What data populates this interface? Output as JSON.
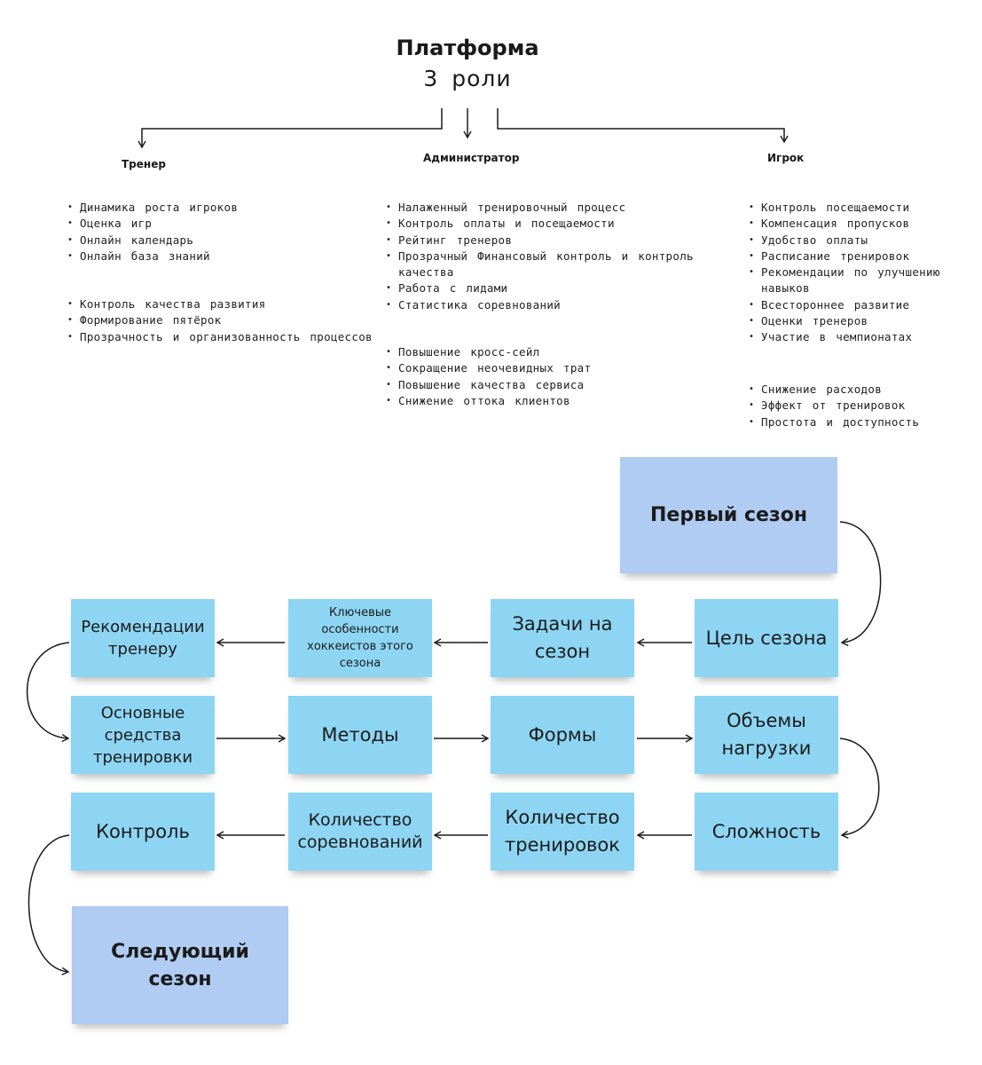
{
  "header": {
    "title": "Платформа",
    "subtitle": "3 роли"
  },
  "roles": [
    {
      "name": "Тренер",
      "group1": [
        "Динамика роста игроков",
        "Оценка игр",
        "Онлайн календарь",
        "Онлайн база знаний"
      ],
      "group2": [
        "Контроль качества развития",
        "Формирование пятёрок",
        "Прозрачность и организованность процессов"
      ]
    },
    {
      "name": "Администратор",
      "group1": [
        "Налаженный тренировочный процесс",
        "Контроль оплаты и посещаемости",
        "Рейтинг тренеров",
        "Прозрачный Финансовый контроль и контроль качества",
        "Работа с лидами",
        "Статистика соревнований"
      ],
      "group2": [
        "Повышение кросс-сейл",
        "Сокращение неочевидных трат",
        "Повышение качества сервиса",
        "Снижение оттока клиентов"
      ]
    },
    {
      "name": "Игрок",
      "group1": [
        "Контроль посещаемости",
        "Компенсация пропусков",
        "Удобство оплаты",
        "Расписание тренировок",
        "Рекомендации по улучшению навыков",
        "Всестороннее развитие",
        "Оценки тренеров",
        "Участие в чемпионатах"
      ],
      "group2": [
        "Снижение расходов",
        "Эффект от тренировок",
        "Простота и доступность"
      ]
    }
  ],
  "flow": {
    "start": "Первый сезон",
    "row1": [
      "Рекомендации тренеру",
      "Ключевые особенности хоккеистов этого сезона",
      "Задачи на сезон",
      "Цель сезона"
    ],
    "row2": [
      "Основные средства тренировки",
      "Методы",
      "Формы",
      "Объемы нагрузки"
    ],
    "row3": [
      "Контроль",
      "Количество соревнований",
      "Количество тренировок",
      "Сложность"
    ],
    "end": "Следующий сезон"
  },
  "colors": {
    "sticky": "#8dd5f3",
    "sticky_big": "#b0ccf2",
    "ink": "#1a1a1a"
  }
}
